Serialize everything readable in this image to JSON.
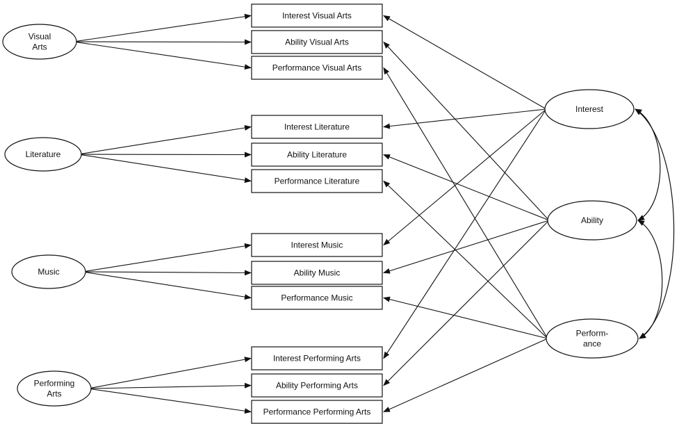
{
  "domains": [
    {
      "id": "visual-arts",
      "lines": [
        "Visual",
        "Arts"
      ]
    },
    {
      "id": "literature",
      "lines": [
        "Literature"
      ]
    },
    {
      "id": "music",
      "lines": [
        "Music"
      ]
    },
    {
      "id": "performing-arts",
      "lines": [
        "Performing",
        "Arts"
      ]
    }
  ],
  "factors": [
    {
      "id": "interest",
      "lines": [
        "Interest"
      ]
    },
    {
      "id": "ability",
      "lines": [
        "Ability"
      ]
    },
    {
      "id": "performance",
      "lines": [
        "Perform-",
        "ance"
      ]
    }
  ],
  "indicators": [
    {
      "id": "interest-visual-arts",
      "label": "Interest Visual Arts",
      "domain": "visual-arts",
      "factor": "interest"
    },
    {
      "id": "ability-visual-arts",
      "label": "Ability Visual Arts",
      "domain": "visual-arts",
      "factor": "ability"
    },
    {
      "id": "performance-visual-arts",
      "label": "Performance Visual Arts",
      "domain": "visual-arts",
      "factor": "performance"
    },
    {
      "id": "interest-literature",
      "label": "Interest Literature",
      "domain": "literature",
      "factor": "interest"
    },
    {
      "id": "ability-literature",
      "label": "Ability Literature",
      "domain": "literature",
      "factor": "ability"
    },
    {
      "id": "performance-literature",
      "label": "Performance Literature",
      "domain": "literature",
      "factor": "performance"
    },
    {
      "id": "interest-music",
      "label": "Interest Music",
      "domain": "music",
      "factor": "interest"
    },
    {
      "id": "ability-music",
      "label": "Ability Music",
      "domain": "music",
      "factor": "ability"
    },
    {
      "id": "performance-music",
      "label": "Performance Music",
      "domain": "music",
      "factor": "performance"
    },
    {
      "id": "interest-performing-arts",
      "label": "Interest Performing Arts",
      "domain": "performing-arts",
      "factor": "interest"
    },
    {
      "id": "ability-performing-arts",
      "label": "Ability Performing Arts",
      "domain": "performing-arts",
      "factor": "ability"
    },
    {
      "id": "performance-performing-arts",
      "label": "Performance Performing Arts",
      "domain": "performing-arts",
      "factor": "performance"
    }
  ],
  "covariances": [
    {
      "from": "interest",
      "to": "ability"
    },
    {
      "from": "ability",
      "to": "performance"
    },
    {
      "from": "interest",
      "to": "performance"
    }
  ]
}
